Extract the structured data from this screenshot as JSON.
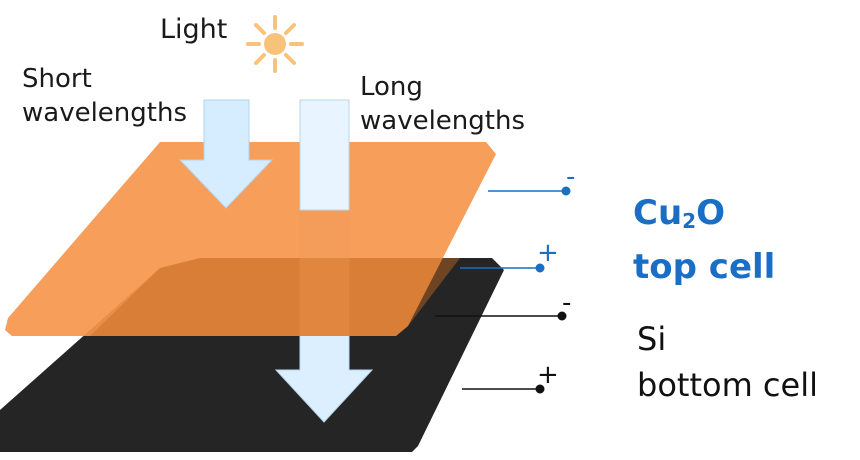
{
  "labels": {
    "light": "Light",
    "short_line1": "Short",
    "short_line2": "wavelengths",
    "long_line1": "Long",
    "long_line2": "wavelengths",
    "top_cell_prefix": "Cu",
    "top_cell_subscript": "2",
    "top_cell_suffix": "O",
    "top_cell_line2": "top cell",
    "bottom_cell_line1": "Si",
    "bottom_cell_line2": "bottom cell"
  },
  "terminals": {
    "top_minus": "-",
    "top_plus": "+",
    "bottom_minus": "-",
    "bottom_plus": "+"
  },
  "colors": {
    "top_cell": "#f5974e",
    "bottom_cell": "#252525",
    "accent_blue": "#1a6fc4",
    "sun": "#f8c27a",
    "arrow_fill": "#dcefff"
  },
  "icons": {
    "sun": "sun-icon"
  }
}
